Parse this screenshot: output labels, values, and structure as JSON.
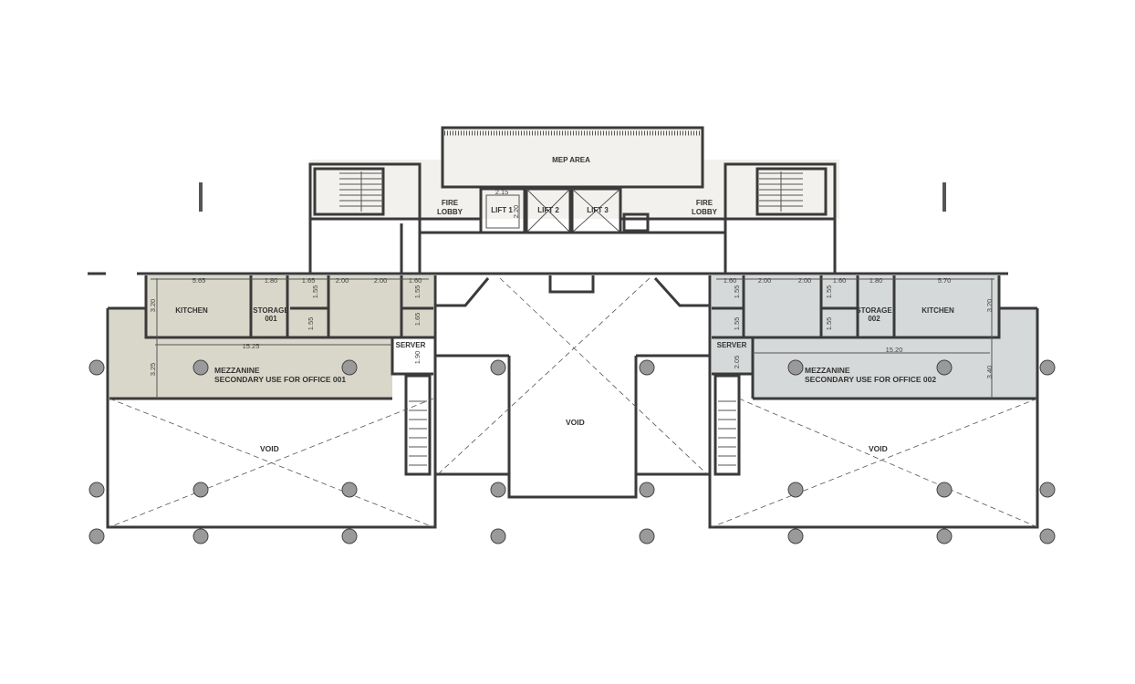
{
  "colors": {
    "mezzanine_left": "#d9d7c9",
    "mezzanine_right": "#d6d9d9",
    "core": "#f3f1ed",
    "column": "#9a9a9a",
    "wall": "#3a3a3a"
  },
  "core": {
    "mep": "MEP AREA",
    "fire_lobby": [
      "FIRE",
      "LOBBY"
    ],
    "lifts": [
      "LIFT 1",
      "LIFT 2",
      "LIFT 3"
    ],
    "lift_dims": [
      "2.15",
      "2.20"
    ]
  },
  "left": {
    "kitchen": "KITCHEN",
    "storage": [
      "STORAGE",
      "001"
    ],
    "server": "SERVER",
    "mezzanine": "MEZZANINE",
    "mezzanine_use": "SECONDARY USE FOR OFFICE 001",
    "void": "VOID",
    "dims": {
      "top": [
        "5.65",
        "1.80",
        "1.65",
        "2.00",
        "2.00",
        "1.60"
      ],
      "width": "15.25",
      "v": [
        "3.20",
        "3.25",
        "1.55",
        "1.55",
        "1.55",
        "1.65",
        "1.90"
      ]
    }
  },
  "center": {
    "void": "VOID"
  },
  "right": {
    "kitchen": "KITCHEN",
    "storage": [
      "STORAGE",
      "002"
    ],
    "server": "SERVER",
    "mezzanine": "MEZZANINE",
    "mezzanine_use": "SECONDARY USE FOR OFFICE 002",
    "void": "VOID",
    "dims": {
      "top": [
        "1.60",
        "2.00",
        "2.00",
        "1.60",
        "1.80",
        "5.70"
      ],
      "width": "15.20",
      "v": [
        "3.20",
        "3.40",
        "1.55",
        "1.55",
        "1.55",
        "1.55",
        "2.05"
      ]
    }
  }
}
